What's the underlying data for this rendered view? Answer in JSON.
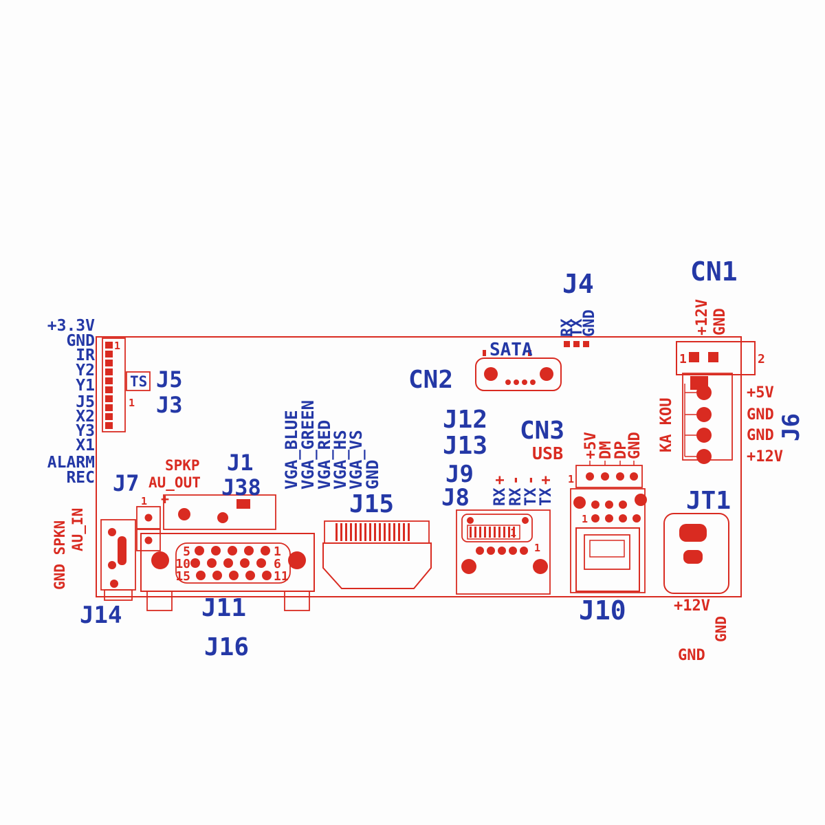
{
  "colors": {
    "red": "#d92b21",
    "blue": "#2438a6"
  },
  "header": {
    "pins": [
      "+3.3V",
      "GND",
      "IR",
      "Y2",
      "Y1",
      "J5",
      "X2",
      "Y3",
      "X1"
    ],
    "alarm": "ALARM",
    "rec": "REC",
    "ts": "TS",
    "j5": "J5",
    "j3": "J3",
    "pin1_top": "1",
    "pin1_bottom": "1"
  },
  "audio_out": {
    "j7": "J7",
    "pin1": "1",
    "plus": "+",
    "spkp": "SPKP",
    "au_out": "AU_OUT",
    "j1": "J1",
    "j38": "J38"
  },
  "audio_jack": {
    "j14": "J14",
    "au_in": "AU_IN",
    "gnd_spkn": "GND SPKN"
  },
  "vga": {
    "signals": [
      "VGA_BLUE",
      "VGA_GREEN",
      "VGA_RED",
      "VGA_HS",
      "VGA_VS",
      "GND"
    ],
    "pins_left": [
      "5",
      "10",
      "15"
    ],
    "pins_right": [
      "1",
      "6",
      "11"
    ],
    "j11": "J11",
    "j16": "J16"
  },
  "hdmi": {
    "j15": "J15"
  },
  "sata": {
    "cn2": "CN2",
    "label": "SATA"
  },
  "j4": {
    "name": "J4",
    "signals": [
      "RX",
      "TX",
      "GND"
    ]
  },
  "cn1": {
    "name": "CN1",
    "signals": [
      "+12V",
      "GND"
    ],
    "pin1": "1",
    "pin2": "2"
  },
  "j6": {
    "name": "J6",
    "ka_kou": "KA KOU",
    "pins": [
      "+5V",
      "GND",
      "GND",
      "+12V"
    ]
  },
  "lvds": {
    "j12": "J12",
    "j13": "J13",
    "j9": "J9",
    "j8": "J8",
    "signals": [
      "RX",
      "RX",
      "TX",
      "TX"
    ],
    "signs": [
      "+",
      "-",
      "-",
      "+"
    ],
    "pin1_a": "1",
    "pin1_b": "1"
  },
  "usb": {
    "cn3": "CN3",
    "label": "USB",
    "signals": [
      "+5V",
      "DM",
      "DP",
      "GND"
    ],
    "pin1": "1",
    "j10": "J10",
    "grid_pin1": "1"
  },
  "power": {
    "jt1": "JT1",
    "v12": "+12V",
    "gnd_v": "GND",
    "gnd_b": "GND"
  }
}
